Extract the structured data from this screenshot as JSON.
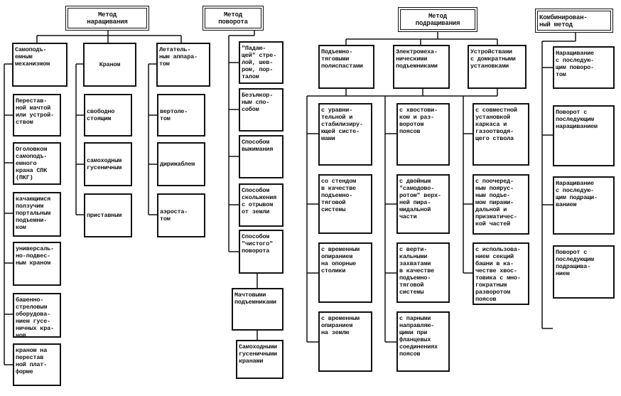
{
  "methods": {
    "build_up": {
      "title": "Метод\nнаращивания",
      "groups": [
        {
          "label": "Самоподъ-\nемным\nмеханизмом",
          "items": [
            "Перестав-\nной мачтой\nили устрой-\nством",
            "Оголовком\nсамоподъ-\nемного\nкрана СПК\n(ПКГ)",
            "качающимся\nползучим\nпортальным\nподъемни-\nком",
            "универсаль-\nно-подвес-\nным краном",
            "башенно-\nстреловым\nоборудова-\nнием гусе-\nничных кра-\nнов",
            "краном на\nперестав­\nной плат-\nформе"
          ]
        },
        {
          "label": "Краном",
          "items": [
            "свободно\nстоящим",
            "самоходным\nгусеничным",
            "приставным"
          ]
        },
        {
          "label": "Летатель-\nным аппара-\nтом",
          "items": [
            "вертоле-\nтом",
            "дирижаблем",
            "аэроста-\nтом"
          ]
        }
      ]
    },
    "rotation": {
      "title": "Метод\nповорота",
      "items": [
        "\"Падаю-\nщей\" стре-\nлой, шев-\nром, пор-\nталом",
        "Безъякор-\nным спо-\nсобом",
        "Способом\nвыжимания",
        "Способом\nскольжения\nс отрывом\nот земли",
        "Способом\n\"чистого\"\nповорота"
      ],
      "sub_items": [
        "Мачтовыми\nподъемниками",
        "Самоходными\nгусеничными\nкранами"
      ]
    },
    "lift_up": {
      "title": "Метод\nподращивания",
      "groups": [
        {
          "label": "Подъемно-\nтяговыми\nполиспастами",
          "items": [
            "с уравни-\nтельной и\nстабилизиру-\nющей систе-\nмами",
            "со стендом\nв качестве\nподъемно-\nтяговой\nсистемы",
            "с временным\nопиранием\nна опорные\nстолики",
            "с временным\nопиранием\nна землю"
          ]
        },
        {
          "label": "Электромеха-\nническими\nподъемниками",
          "items": [
            "с хвостови-\nком и раз-\nворотом\nпоясов",
            "с двойным\n\"самодово-\nротом\" верх-\nней пира-\nмидальной\nчасти",
            "с верти-\nкальными\nзахватами\nв качестве\nподъемно-\nтяговой\nсистемы",
            "с парными\nнаправляю-\nщими при\nфланцевых\nсоединениях\nпоясов"
          ]
        },
        {
          "label": "Устройствами\nс домкратными\nустановками",
          "items": [
            "с совместной\nустановкой\nкаркаса и\nгазоотводя-\nщего ствола",
            "с поочеред-\nным поярус-\nным подъе-\nмом пирами-\nдальной и\nпризматичес-\nкой частей",
            "с использова-\nнием секций\nбашни в ка-\nчестве хвос-\nтовика с мно-\nгократным\nразворотом\nпоясов"
          ]
        }
      ]
    },
    "combined": {
      "title": "Комбинирован-\nный метод",
      "items": [
        "Наращивание\nс последую-\nщим поворо-\nтом",
        "Поворот с\nпоследующим\nнаращиванием",
        "Наращивание\nс последую-\nщим подращи-\nванием",
        "Поворот с\nпоследующим\nподращива-\nнием"
      ]
    }
  }
}
